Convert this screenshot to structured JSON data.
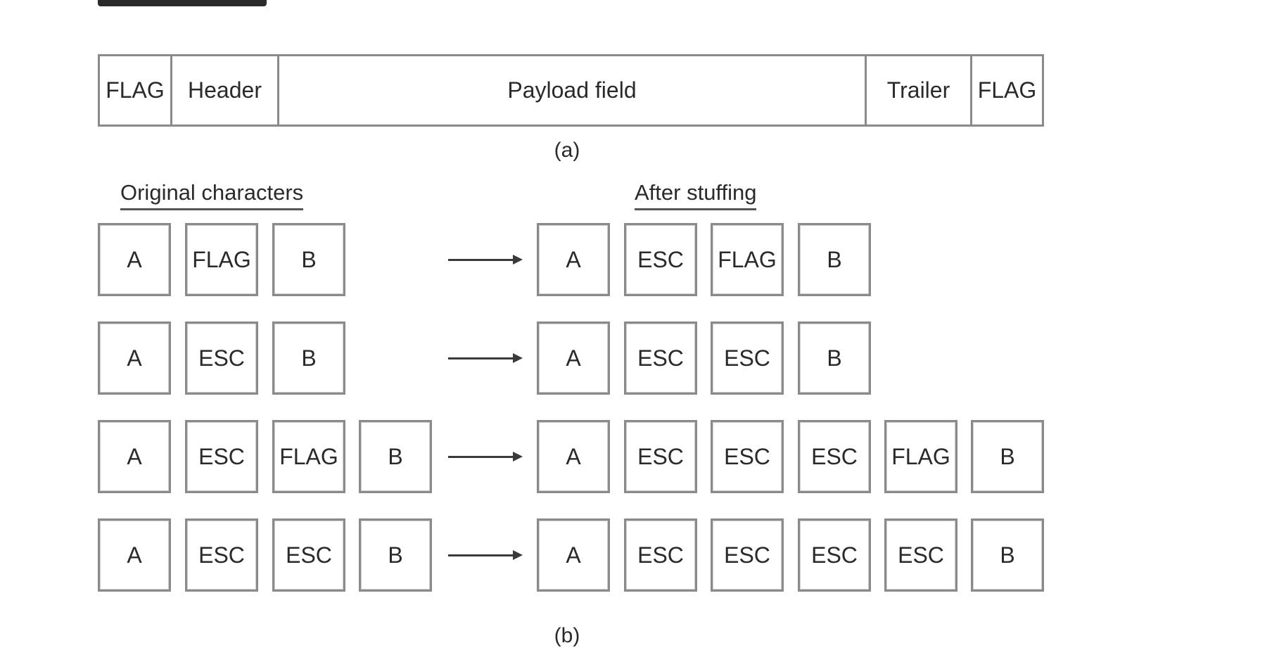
{
  "frame_fields": [
    "FLAG",
    "Header",
    "Payload field",
    "Trailer",
    "FLAG"
  ],
  "caption_a": "(a)",
  "caption_b": "(b)",
  "original_heading": "Original characters",
  "stuffed_heading": "After stuffing",
  "rows": [
    {
      "original": [
        "A",
        "FLAG",
        "B"
      ],
      "stuffed": [
        "A",
        "ESC",
        "FLAG",
        "B"
      ]
    },
    {
      "original": [
        "A",
        "ESC",
        "B"
      ],
      "stuffed": [
        "A",
        "ESC",
        "ESC",
        "B"
      ]
    },
    {
      "original": [
        "A",
        "ESC",
        "FLAG",
        "B"
      ],
      "stuffed": [
        "A",
        "ESC",
        "ESC",
        "ESC",
        "FLAG",
        "B"
      ]
    },
    {
      "original": [
        "A",
        "ESC",
        "ESC",
        "B"
      ],
      "stuffed": [
        "A",
        "ESC",
        "ESC",
        "ESC",
        "ESC",
        "B"
      ]
    }
  ]
}
